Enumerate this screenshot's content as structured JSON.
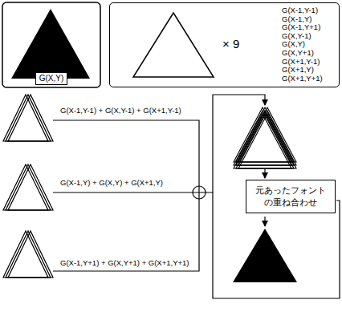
{
  "diagram": {
    "nodes": [
      {
        "text": [
          "G(X,Y)"
        ]
      },
      {
        "text": [
          "× 9",
          "G(X-1,Y-1)",
          "G(X-1,Y)",
          "G(X-1,Y+1)",
          "G(X,Y-1)",
          "G(X,Y)",
          "G(X,Y+1)",
          "G(X+1,Y-1)",
          "G(X+1,Y)",
          "G(X+1,Y+1)"
        ]
      },
      {
        "text": [
          "元あったフォント の重ね合わせ"
        ]
      }
    ],
    "labels": [
      "G(X-1,Y-1) + G(X,Y-1) + G(X+1,Y-1)",
      "G(X-1,Y) + G(X,Y) + G(X+1,Y)",
      "G(X-1,Y+1) + G(X,Y+1) + G(X+1,Y+1)"
    ]
  }
}
